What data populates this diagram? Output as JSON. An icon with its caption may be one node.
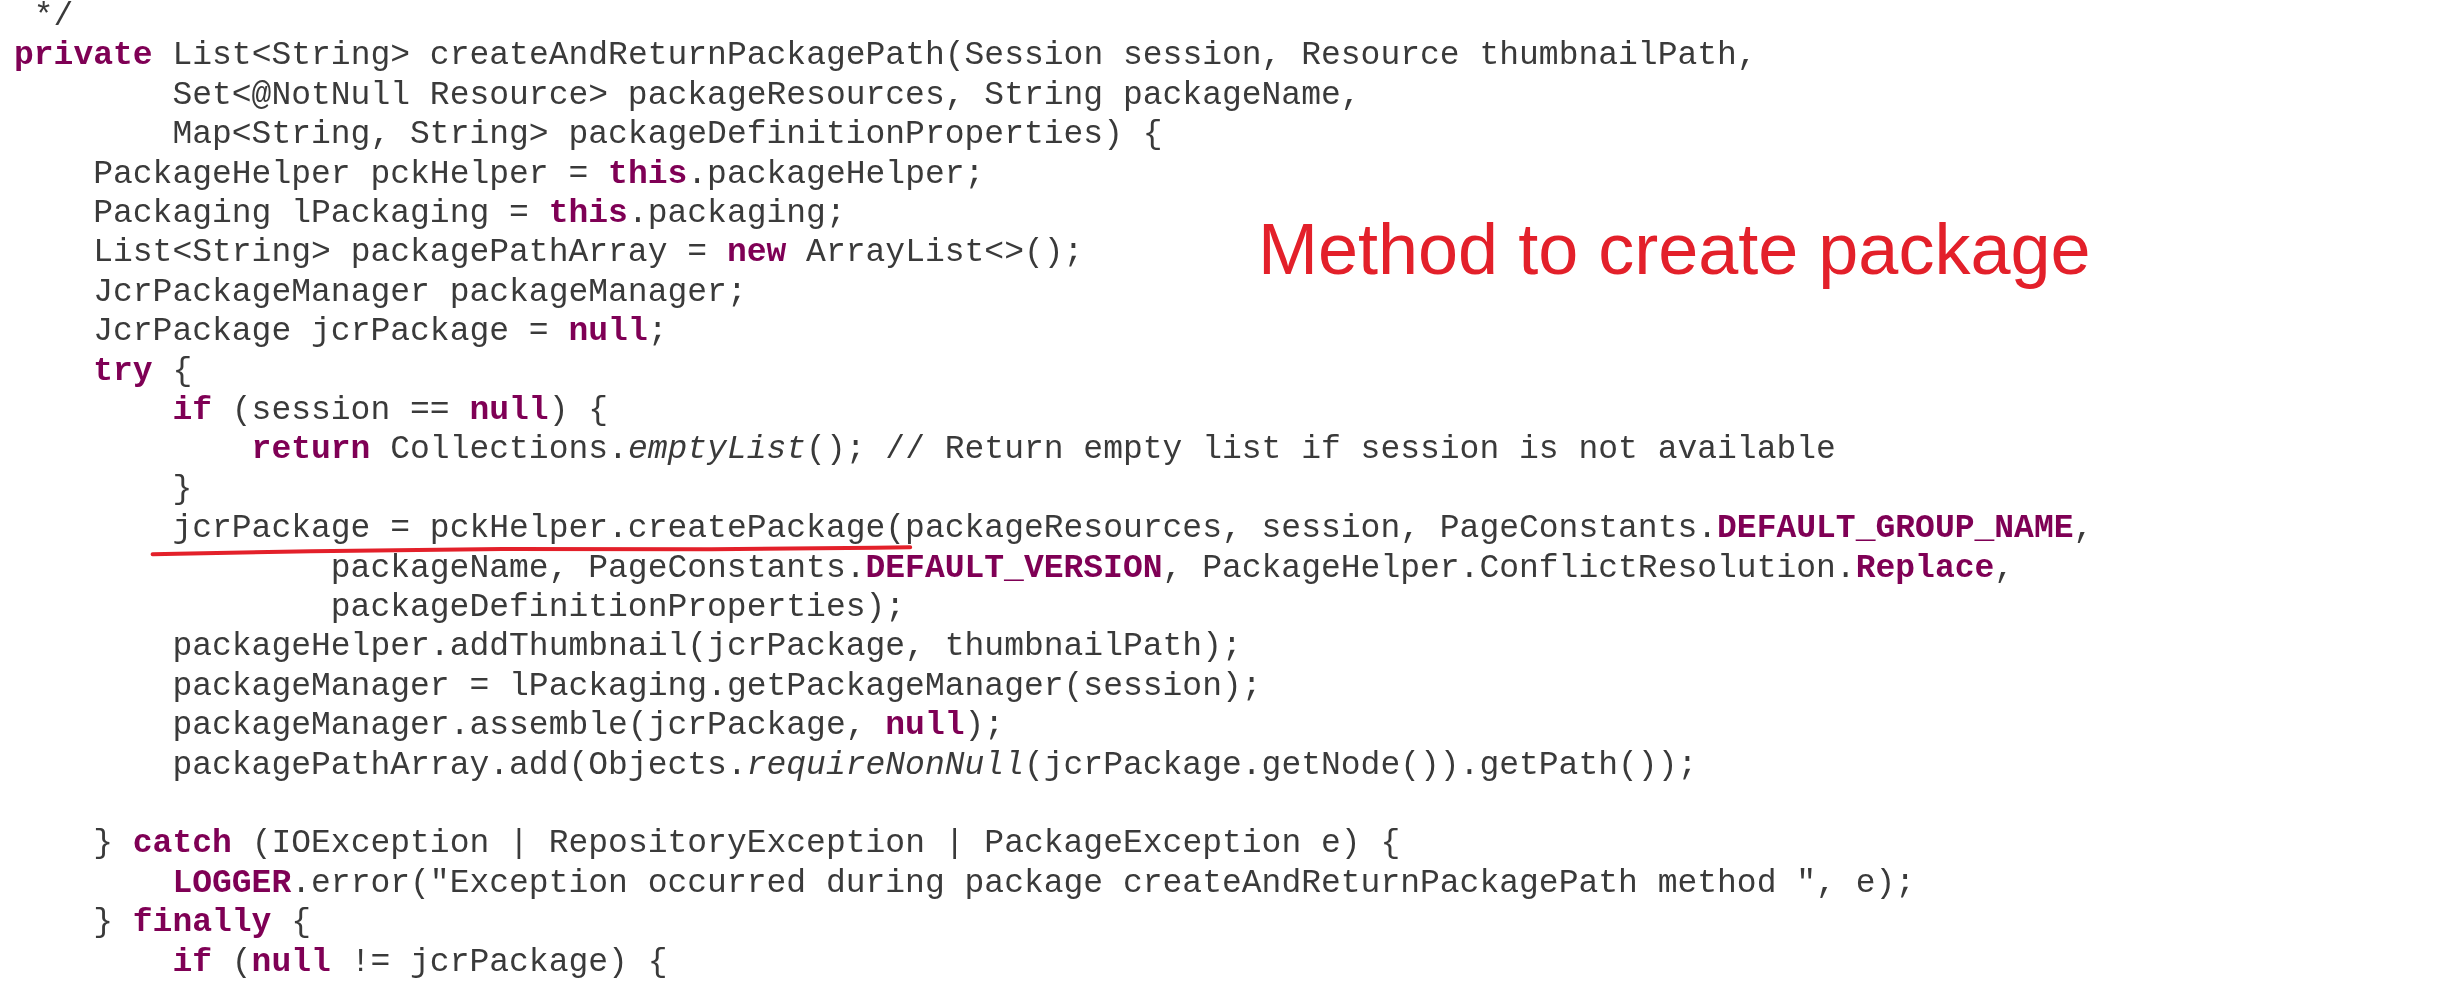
{
  "diagram": {
    "labels": [
      "*/",
      "**private** List<String> createAndReturnPackagePath(Session session, Resource thumbnailPath,",
      "Set<@NotNull Resource> packageResources, String packageName,",
      "Map<String, String> packageDefinitionProperties) {",
      "PackageHelper pckHelper = **this**.packageHelper;",
      "Packaging lPackaging = **this**.packaging;",
      "List<String> packagePathArray = **new** ArrayList<>();",
      "Method to create package",
      "JcrPackageManager packageManager;",
      "JcrPackage jcrPackage = **null**;",
      "**try** {",
      "**if** (session == **null**) {",
      "**return** Collections.*emptyList*(); // Return empty list if session is not available",
      "}",
      "jcrPackage = pckHelper.createPackage(packageResources, session, PageConstants.**DEFAULT_GROUP_NAME**,",
      "packageName, PageConstants.**DEFAULT_VERSION**, PackageHelper.ConflictResolution.**Replace**,",
      "packageDefinitionProperties);",
      "packageHelper.addThumbnail(jcrPackage, thumbnailPath);",
      "packageManager = lPackaging.getPackageManager(session);",
      "packageManager.assemble(jcrPackage, **null**);",
      "packagePathArray.add(Objects.*requireNonNull*(jcrPackage.getNode()).getPath());",
      "} **catch** (IOException | RepositoryException | PackageException e) {",
      "**LOGGER**.error(\"Exception occurred during package createAndReturnPackagePath method \", e);",
      "} **finally** {",
      "**if** (**null** != jcrPackage) {"
    ]
  }
}
